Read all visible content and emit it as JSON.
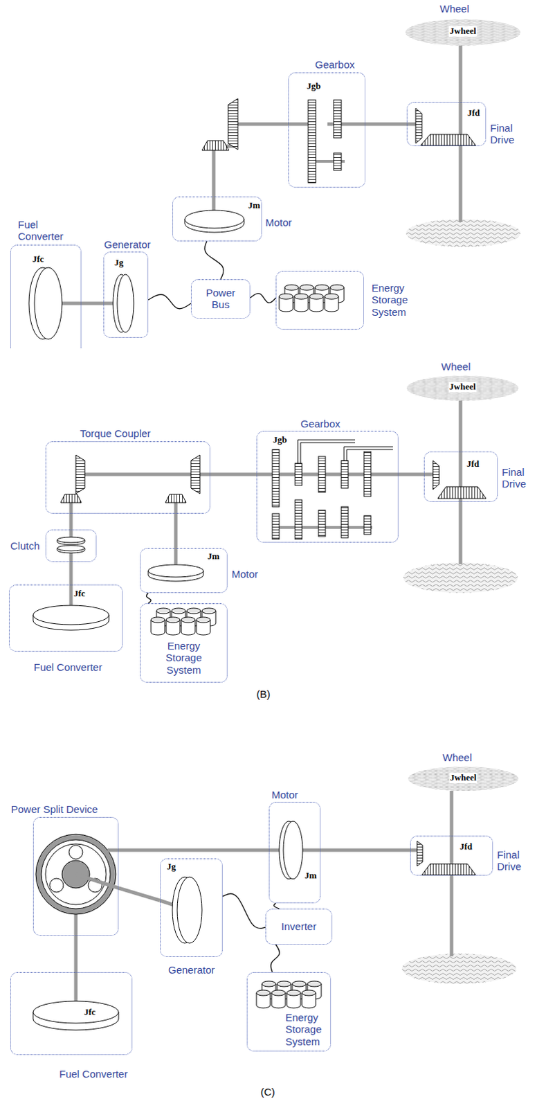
{
  "diagram": {
    "nodes": [
      {
        "text": [
          "Wheel",
          "Jwheel"
        ]
      },
      {
        "text": [
          "Gearbox",
          "Jgb"
        ]
      },
      {
        "text": [
          "Jfd",
          "Final Drive"
        ]
      },
      {
        "text": [
          "Jm",
          "Motor"
        ]
      },
      {
        "text": [
          "Fuel Converter",
          "Jfc"
        ]
      },
      {
        "text": [
          "Generator",
          "Jg"
        ]
      },
      {
        "text": [
          "Power Bus"
        ]
      },
      {
        "text": [
          "Energy Storage System"
        ]
      },
      {
        "text": [
          "Wheel",
          "Jwheel"
        ]
      },
      {
        "text": [
          "Torque Coupler"
        ]
      },
      {
        "text": [
          "Gearbox",
          "Jgb"
        ]
      },
      {
        "text": [
          "Jfd",
          "Final Drive"
        ]
      },
      {
        "text": [
          "Clutch"
        ]
      },
      {
        "text": [
          "Jm",
          "Motor"
        ]
      },
      {
        "text": [
          "Jfc",
          "Fuel Converter"
        ]
      },
      {
        "text": [
          "Energy Storage System"
        ]
      },
      {
        "text": [
          "Wheel",
          "Jwheel"
        ]
      },
      {
        "text": [
          "Power Split Device"
        ]
      },
      {
        "text": [
          "Motor",
          "Jm"
        ]
      },
      {
        "text": [
          "Jfd",
          "Final Drive"
        ]
      },
      {
        "text": [
          "Jg",
          "Generator"
        ]
      },
      {
        "text": [
          "Inverter"
        ]
      },
      {
        "text": [
          "Energy Storage System"
        ]
      },
      {
        "text": [
          "Jfc",
          "Fuel Converter"
        ]
      }
    ],
    "edges": [
      {
        "from": 4,
        "to": 5,
        "arrow": "none"
      },
      {
        "from": 5,
        "to": 6,
        "arrow": "none"
      },
      {
        "from": 6,
        "to": 3,
        "arrow": "none"
      },
      {
        "from": 6,
        "to": 7,
        "arrow": "none"
      },
      {
        "from": 3,
        "to": 1,
        "arrow": "none"
      },
      {
        "from": 1,
        "to": 2,
        "arrow": "none"
      },
      {
        "from": 2,
        "to": 0,
        "arrow": "none"
      },
      {
        "from": 14,
        "to": 12,
        "arrow": "none"
      },
      {
        "from": 12,
        "to": 9,
        "arrow": "none"
      },
      {
        "from": 13,
        "to": 9,
        "arrow": "none"
      },
      {
        "from": 9,
        "to": 10,
        "arrow": "none"
      },
      {
        "from": 10,
        "to": 11,
        "arrow": "none"
      },
      {
        "from": 11,
        "to": 8,
        "arrow": "none"
      },
      {
        "from": 13,
        "to": 15,
        "arrow": "none"
      },
      {
        "from": 23,
        "to": 17,
        "arrow": "none"
      },
      {
        "from": 17,
        "to": 20,
        "arrow": "none"
      },
      {
        "from": 17,
        "to": 18,
        "arrow": "none"
      },
      {
        "from": 18,
        "to": 19,
        "arrow": "none"
      },
      {
        "from": 19,
        "to": 16,
        "arrow": "none"
      },
      {
        "from": 20,
        "to": 21,
        "arrow": "none"
      },
      {
        "from": 18,
        "to": 21,
        "arrow": "none"
      },
      {
        "from": 21,
        "to": 22,
        "arrow": "none"
      }
    ],
    "labels": [
      "(B)",
      "(C)"
    ]
  }
}
